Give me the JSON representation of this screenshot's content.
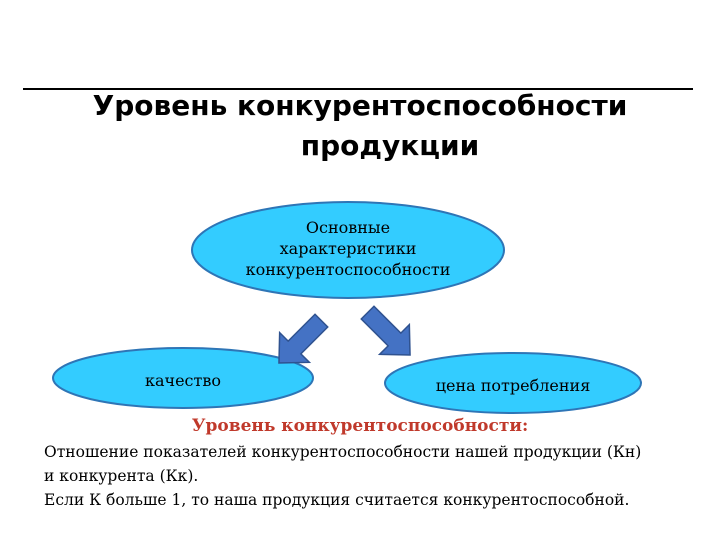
{
  "title": {
    "line1": "Уровень конкурентоспособности",
    "line2": "продукции"
  },
  "diagram": {
    "root": {
      "line1": "Основные",
      "line2": "характеристики",
      "line3": "конкурентоспособности"
    },
    "left": {
      "label": "качество"
    },
    "right": {
      "label": "цена потребления"
    },
    "colors": {
      "node_fill": "#33ccff",
      "node_stroke": "#2e75b6",
      "arrow_fill": "#4472c4",
      "arrow_stroke": "#2f528f"
    }
  },
  "definition": {
    "heading": "Уровень конкурентоспособности:",
    "line1": "Отношение показателей конкурентоспособности нашей продукции (Кн)",
    "line2": "и конкурента (Кк).",
    "line3": "Если К больше 1, то наша продукция считается конкурентоспособной.",
    "heading_color": "#c0392b"
  }
}
